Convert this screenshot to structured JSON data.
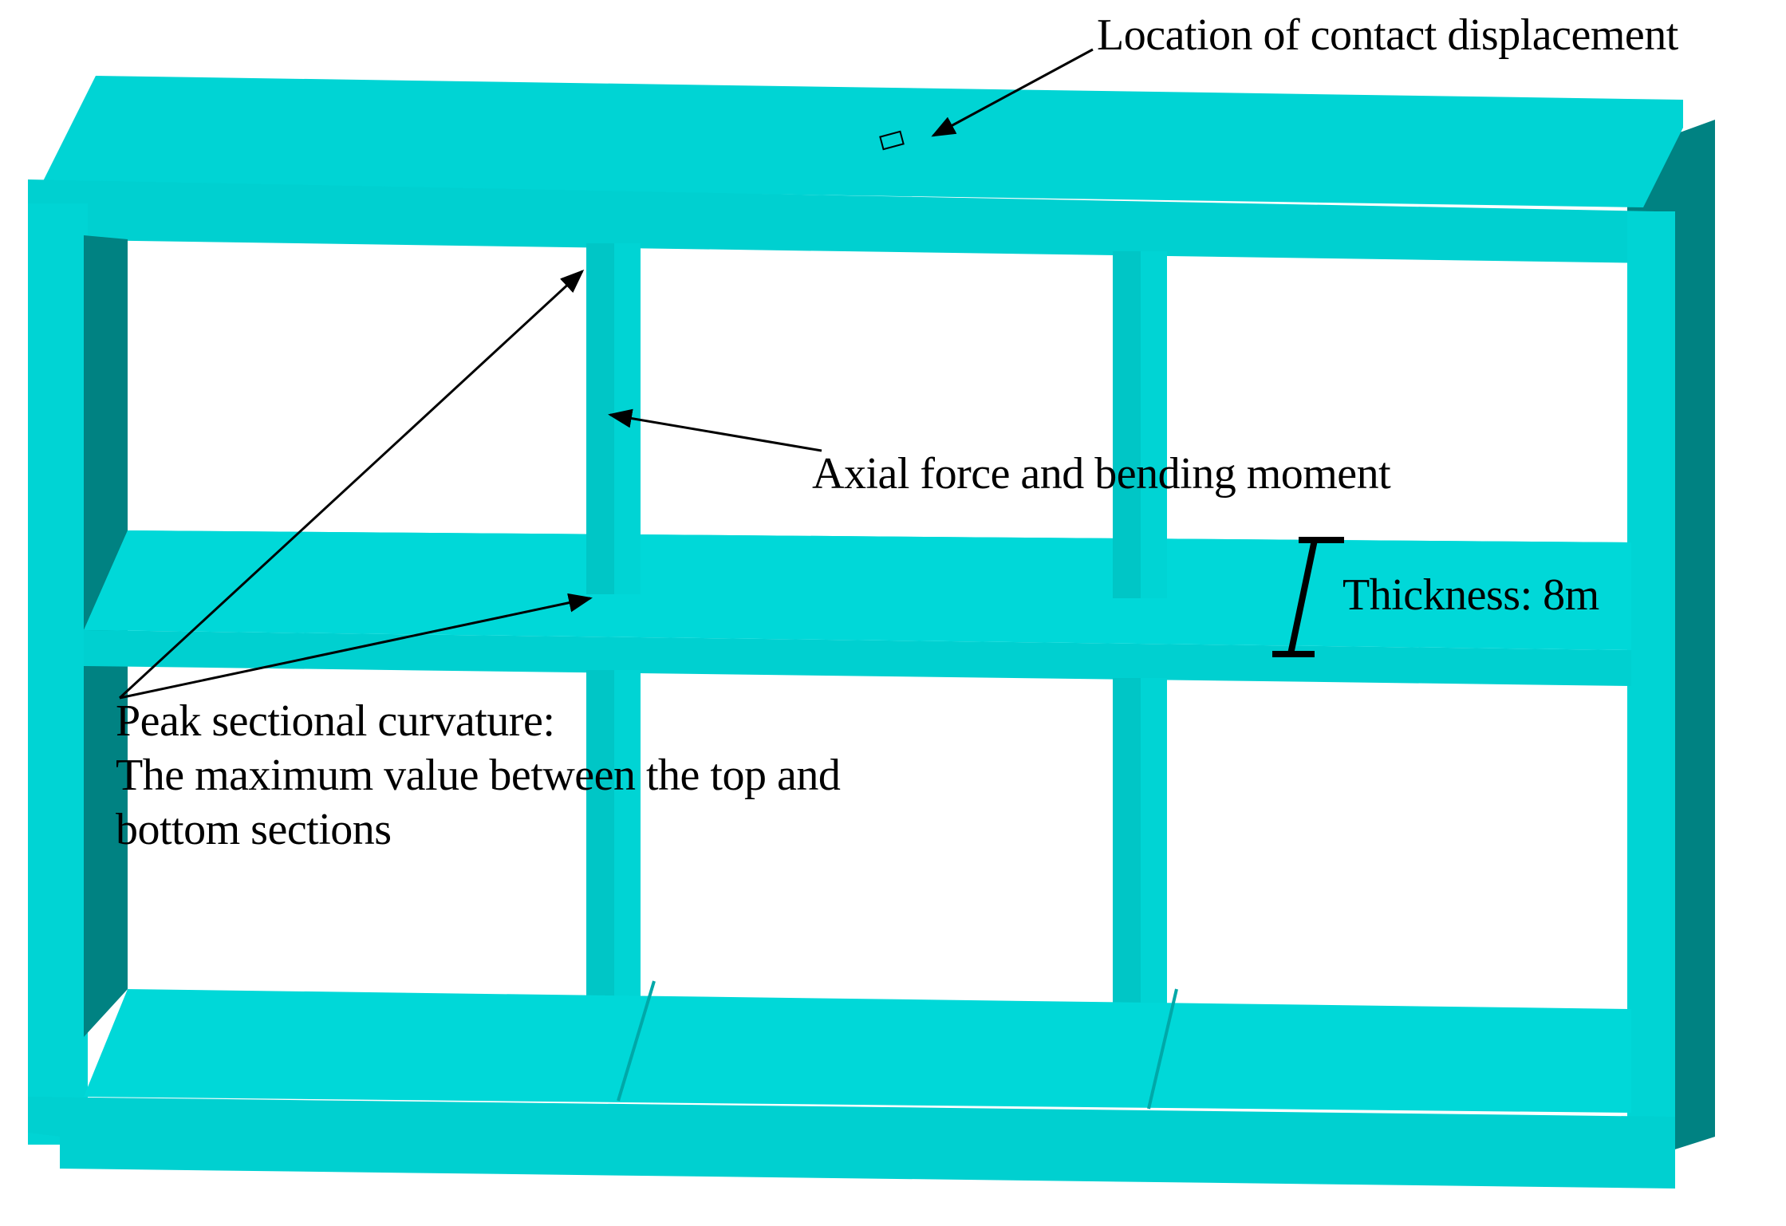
{
  "colors": {
    "structure_front": "#00D4D4",
    "structure_face": "#00D8D8",
    "structure_side": "#008282",
    "structure_shadow": "#00C0C0",
    "annotation": "#000000",
    "background": "#FFFFFF"
  },
  "labels": {
    "contact_displacement": "Location of contact displacement",
    "axial_force": "Axial force and bending moment",
    "thickness": "Thickness:  8m",
    "peak_curvature_line1": "Peak sectional curvature:",
    "peak_curvature_line2": "The maximum value between the top and",
    "peak_curvature_line3": "bottom sections"
  }
}
